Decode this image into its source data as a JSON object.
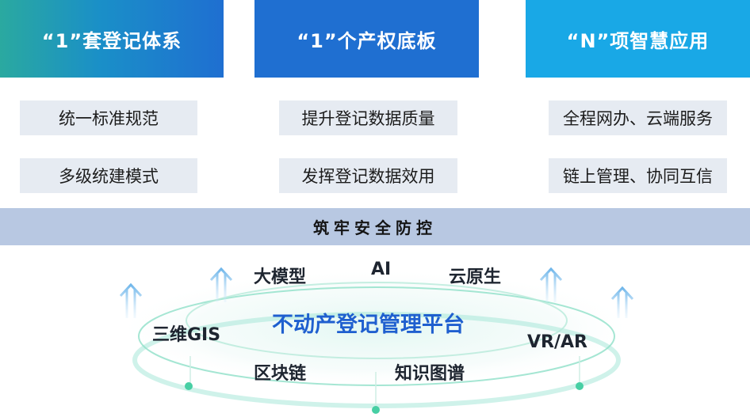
{
  "columns": [
    {
      "title": "“1”套登记体系",
      "items": [
        "统一标准规范",
        "多级统建模式"
      ]
    },
    {
      "title": "“1”个产权底板",
      "items": [
        "提升登记数据质量",
        "发挥登记数据效用"
      ]
    },
    {
      "title": "“N”项智慧应用",
      "items": [
        "全程网办、云端服务",
        "链上管理、协同互信"
      ]
    }
  ],
  "security_band": "筑牢安全防控",
  "platform": {
    "title": "不动产登记管理平台",
    "technologies": {
      "large_model": "大模型",
      "ai": "AI",
      "cloud_native": "云原生",
      "gis_3d": "三维GIS",
      "vr_ar": "VR/AR",
      "blockchain": "区块链",
      "knowledge_graph": "知识图谱"
    }
  },
  "colors": {
    "header_1_gradient": [
      "#2aa9a0",
      "#1f6fd1"
    ],
    "header_2": "#1f6fd1",
    "header_3": "#19a8e6",
    "pill_bg": "#e6ebf2",
    "band_bg": "#b8c8e2",
    "platform_title": "#1f5fcf",
    "ring_accent": "#4cd3b0"
  },
  "icons": [
    "up-arrow-icon",
    "node-dot-icon"
  ]
}
